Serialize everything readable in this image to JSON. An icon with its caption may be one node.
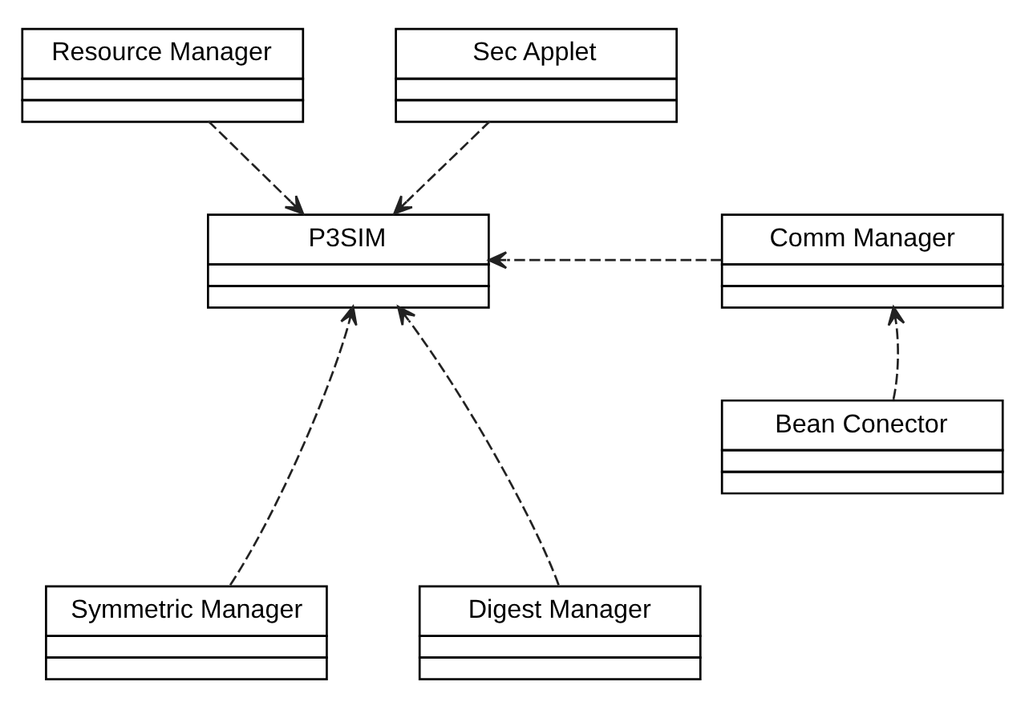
{
  "diagram": {
    "nodes": [
      {
        "text": [
          "Resource Manager"
        ]
      },
      {
        "text": [
          "Sec Applet"
        ]
      },
      {
        "text": [
          "P3SIM"
        ]
      },
      {
        "text": [
          "Comm Manager"
        ]
      },
      {
        "text": [
          "Bean Conector"
        ]
      },
      {
        "text": [
          "Symmetric Manager"
        ]
      },
      {
        "text": [
          "Digest Manager"
        ]
      }
    ],
    "edges": [
      {
        "from": 0,
        "to": 2,
        "arrow": "to",
        "style": "dashed"
      },
      {
        "from": 1,
        "to": 2,
        "arrow": "to",
        "style": "dashed"
      },
      {
        "from": 3,
        "to": 2,
        "arrow": "to",
        "style": "dashed"
      },
      {
        "from": 4,
        "to": 3,
        "arrow": "to",
        "style": "dashed"
      },
      {
        "from": 5,
        "to": 2,
        "arrow": "to",
        "style": "dashed"
      },
      {
        "from": 6,
        "to": 2,
        "arrow": "to",
        "style": "dashed"
      }
    ]
  }
}
